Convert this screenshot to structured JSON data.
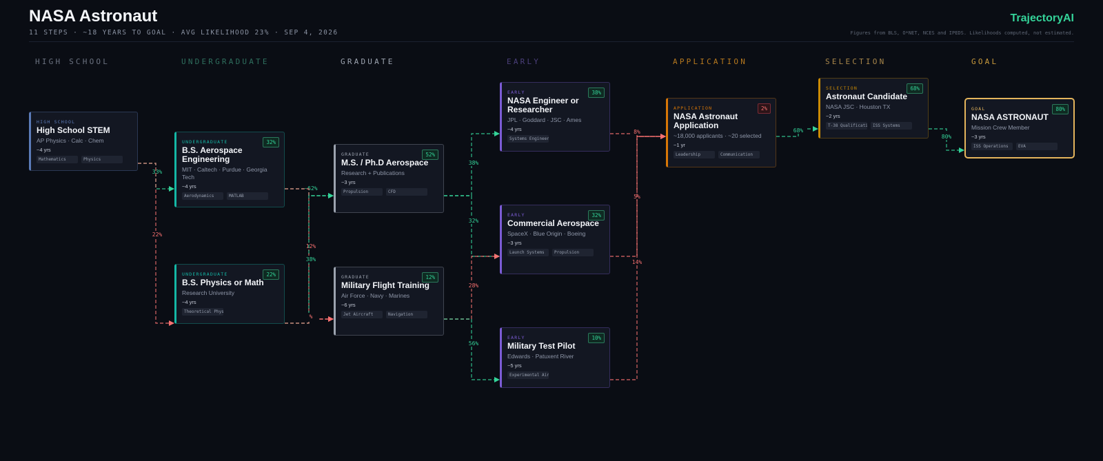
{
  "header": {
    "title": "NASA Astronaut",
    "subtitle": "11 STEPS · ~18 YEARS TO GOAL · AVG LIKELIHOOD 23% · SEP 4, 2026",
    "brand": "TrajectoryAI",
    "note": "Figures from BLS, O*NET, NCES and IPEDS. Likelihoods computed, not estimated."
  },
  "columns": [
    {
      "label": "HIGH SCHOOL",
      "color": "#6b7280"
    },
    {
      "label": "UNDERGRADUATE",
      "color": "#2f6f5e"
    },
    {
      "label": "GRADUATE",
      "color": "#9ca3af"
    },
    {
      "label": "EARLY",
      "color": "#4b3f7a"
    },
    {
      "label": "APPLICATION",
      "color": "#b7791f"
    },
    {
      "label": "SELECTION",
      "color": "#a8864a"
    },
    {
      "label": "GOAL",
      "color": "#c99a3c"
    }
  ],
  "colors": {
    "green": "#34d399",
    "red": "#f87171",
    "highschool": "#5b7bb8",
    "undergrad": "#14b8a6",
    "graduate": "#9ca3af",
    "early": "#7c5cd6",
    "application": "#d97706",
    "selection": "#ca8a04",
    "goal": "#e5b55c"
  },
  "nodes": [
    {
      "id": "hs",
      "category": "HIGH SCHOOL",
      "title": "High School STEM",
      "desc": "AP Physics · Calc · Chem",
      "duration": "~4 yrs",
      "tags": [
        "Mathematics",
        "Physics"
      ],
      "badge": ""
    },
    {
      "id": "bs_aero",
      "category": "UNDERGRADUATE",
      "title": "B.S. Aerospace Engineering",
      "desc": "MIT · Caltech · Purdue · Georgia Tech",
      "duration": "~4 yrs",
      "tags": [
        "Aerodynamics",
        "MATLAB"
      ],
      "badge": "32%"
    },
    {
      "id": "bs_phys",
      "category": "UNDERGRADUATE",
      "title": "B.S. Physics or Math",
      "desc": "Research University",
      "duration": "~4 yrs",
      "tags": [
        "Theoretical Phys"
      ],
      "badge": "22%"
    },
    {
      "id": "ms",
      "category": "GRADUATE",
      "title": "M.S. / Ph.D Aerospace",
      "desc": "Research + Publications",
      "duration": "~3 yrs",
      "tags": [
        "Propulsion",
        "CFD"
      ],
      "badge": "52%"
    },
    {
      "id": "mil",
      "category": "GRADUATE",
      "title": "Military Flight Training",
      "desc": "Air Force · Navy · Marines",
      "duration": "~6 yrs",
      "tags": [
        "Jet Aircraft",
        "Navigation"
      ],
      "badge": "12%"
    },
    {
      "id": "nasa_eng",
      "category": "EARLY",
      "title": "NASA Engineer or Researcher",
      "desc": "JPL · Goddard · JSC · Ames",
      "duration": "~4 yrs",
      "tags": [
        "Systems Engineer"
      ],
      "badge": "38%"
    },
    {
      "id": "comm",
      "category": "EARLY",
      "title": "Commercial Aerospace",
      "desc": "SpaceX · Blue Origin · Boeing",
      "duration": "~3 yrs",
      "tags": [
        "Launch Systems",
        "Propulsion"
      ],
      "badge": "32%"
    },
    {
      "id": "test",
      "category": "EARLY",
      "title": "Military Test Pilot",
      "desc": "Edwards · Patuxent River",
      "duration": "~5 yrs",
      "tags": [
        "Experimental Air"
      ],
      "badge": "10%"
    },
    {
      "id": "app",
      "category": "APPLICATION",
      "title": "NASA Astronaut Application",
      "desc": "~18,000 applicants · ~20 selected",
      "duration": "~1 yr",
      "tags": [
        "Leadership",
        "Communication"
      ],
      "badge": "2%"
    },
    {
      "id": "cand",
      "category": "SELECTION",
      "title": "Astronaut Candidate",
      "desc": "NASA JSC · Houston TX",
      "duration": "~2 yrs",
      "tags": [
        "T-38 Qualificati",
        "ISS Systems"
      ],
      "badge": "68%"
    },
    {
      "id": "goal",
      "category": "GOAL",
      "title": "NASA ASTRONAUT",
      "desc": "Mission Crew Member",
      "duration": "~3 yrs",
      "tags": [
        "ISS Operations",
        "EVA"
      ],
      "badge": "80%"
    }
  ],
  "edges": [
    {
      "from": "hs",
      "to": "bs_aero",
      "label": "33%",
      "tone": "green"
    },
    {
      "from": "hs",
      "to": "bs_phys",
      "label": "22%",
      "tone": "red"
    },
    {
      "from": "bs_aero",
      "to": "ms",
      "label": "~62%",
      "tone": "green"
    },
    {
      "from": "bs_aero",
      "to": "mil",
      "label": "12%",
      "tone": "red"
    },
    {
      "from": "bs_phys",
      "to": "ms",
      "label": "38%",
      "tone": "green"
    },
    {
      "from": "bs_phys",
      "to": "mil",
      "label": "%",
      "tone": "red"
    },
    {
      "from": "ms",
      "to": "nasa_eng",
      "label": "38%",
      "tone": "green"
    },
    {
      "from": "ms",
      "to": "comm",
      "label": "32%",
      "tone": "green"
    },
    {
      "from": "mil",
      "to": "comm",
      "label": "28%",
      "tone": "red"
    },
    {
      "from": "mil",
      "to": "test",
      "label": "56%",
      "tone": "green"
    },
    {
      "from": "nasa_eng",
      "to": "app",
      "label": "8%",
      "tone": "red"
    },
    {
      "from": "comm",
      "to": "app",
      "label": "5%",
      "tone": "red"
    },
    {
      "from": "test",
      "to": "app",
      "label": "14%",
      "tone": "red"
    },
    {
      "from": "app",
      "to": "cand",
      "label": "68%",
      "tone": "green"
    },
    {
      "from": "cand",
      "to": "goal",
      "label": "80%",
      "tone": "green"
    }
  ]
}
